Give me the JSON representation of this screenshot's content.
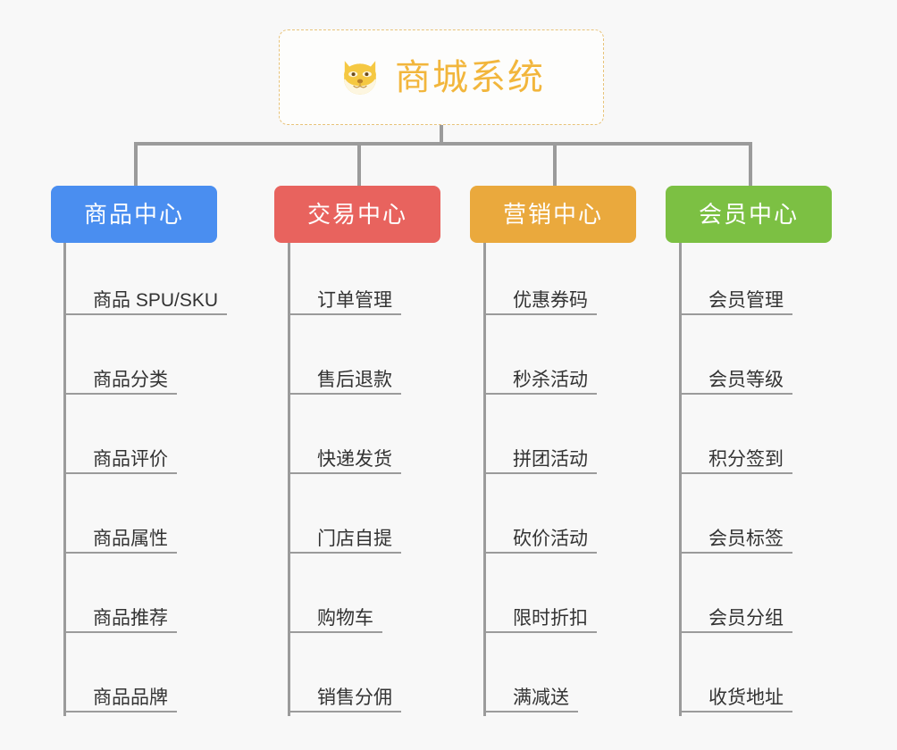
{
  "root": {
    "icon": "shiba-dog-face-icon",
    "title": "商城系统",
    "border_color": "#e8c379",
    "text_color": "#f2b63c"
  },
  "line_color": "#9b9b9b",
  "background_color": "#f8f8f8",
  "columns": [
    {
      "id": "product-center",
      "label": "商品中心",
      "color": "#4a8ef0",
      "items": [
        "商品 SPU/SKU",
        "商品分类",
        "商品评价",
        "商品属性",
        "商品推荐",
        "商品品牌"
      ]
    },
    {
      "id": "trade-center",
      "label": "交易中心",
      "color": "#e8635e",
      "items": [
        "订单管理",
        "售后退款",
        "快递发货",
        "门店自提",
        "购物车",
        "销售分佣"
      ]
    },
    {
      "id": "marketing-center",
      "label": "营销中心",
      "color": "#eaa93d",
      "items": [
        "优惠券码",
        "秒杀活动",
        "拼团活动",
        "砍价活动",
        "限时折扣",
        "满减送"
      ]
    },
    {
      "id": "member-center",
      "label": "会员中心",
      "color": "#7cc councilor",
      "items": [
        "会员管理",
        "会员等级",
        "积分签到",
        "会员标签",
        "会员分组",
        "收货地址"
      ]
    }
  ]
}
